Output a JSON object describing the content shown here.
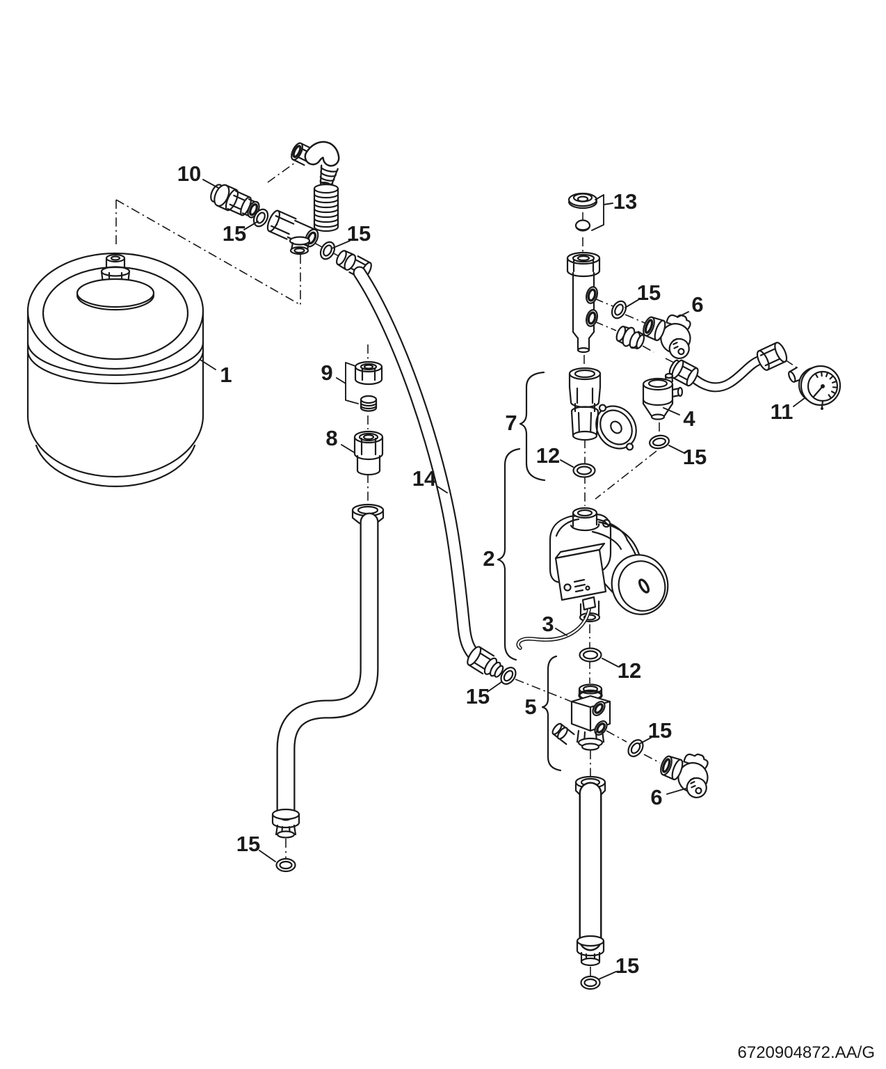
{
  "colors": {
    "ink": "#1a1a1a",
    "background": "#ffffff"
  },
  "footer": {
    "doc_number": "6720904872.AA/G"
  },
  "callouts": [
    {
      "id": "part-10",
      "text": "10"
    },
    {
      "id": "seal-15-top-left",
      "text": "15"
    },
    {
      "id": "seal-15-top-mid",
      "text": "15"
    },
    {
      "id": "part-1-expansion-vessel",
      "text": "1"
    },
    {
      "id": "part-9-nut-olive",
      "text": "9"
    },
    {
      "id": "part-8-adapter",
      "text": "8"
    },
    {
      "id": "part-14-pipe",
      "text": "14"
    },
    {
      "id": "part-13-seals",
      "text": "13"
    },
    {
      "id": "seal-15-upper-right",
      "text": "15"
    },
    {
      "id": "part-6-valve-upper",
      "text": "6"
    },
    {
      "id": "part-4-air-vent",
      "text": "4"
    },
    {
      "id": "part-11-gauge",
      "text": "11"
    },
    {
      "id": "seal-15-below-4",
      "text": "15"
    },
    {
      "id": "group-7-safety-valve",
      "text": "7"
    },
    {
      "id": "seal-12-upper",
      "text": "12"
    },
    {
      "id": "group-2-pump",
      "text": "2"
    },
    {
      "id": "part-3-cable",
      "text": "3"
    },
    {
      "id": "seal-12-lower",
      "text": "12"
    },
    {
      "id": "seal-15-mid-left",
      "text": "15"
    },
    {
      "id": "group-5-three-way-valve",
      "text": "5"
    },
    {
      "id": "seal-15-right-of-valve",
      "text": "15"
    },
    {
      "id": "part-6-valve-lower",
      "text": "6"
    },
    {
      "id": "seal-15-bottom-left",
      "text": "15"
    },
    {
      "id": "seal-15-bottom-right",
      "text": "15"
    }
  ]
}
